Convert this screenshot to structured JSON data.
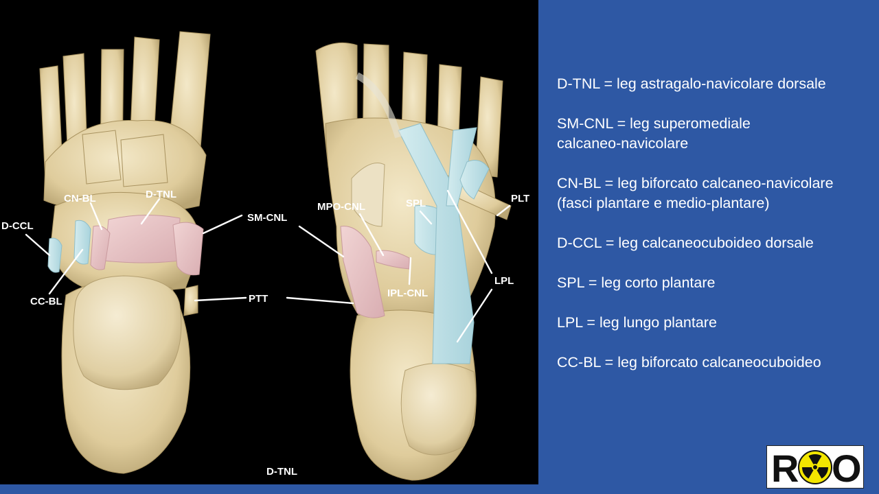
{
  "labels": {
    "left": {
      "cn_bl": "CN-BL",
      "d_tnl": "D-TNL",
      "d_ccl": "D-CCL",
      "cc_bl": "CC-BL",
      "sm_cnl": "SM-CNL",
      "ptt": "PTT"
    },
    "right": {
      "mpo_cnl": "MPO-CNL",
      "spl": "SPL",
      "plt": "PLT",
      "ipl_cnl": "IPL-CNL",
      "lpl": "LPL"
    },
    "bottom_caption": "D-TNL"
  },
  "legend": [
    "D-TNL = leg astragalo-navicolare dorsale",
    "SM-CNL = leg superomediale\n calcaneo-navicolare",
    "CN-BL = leg biforcato calcaneo-navicolare\n(fasci plantare e medio-plantare)",
    "D-CCL = leg calcaneocuboideo dorsale",
    "SPL = leg corto plantare",
    "LPL = leg lungo plantare",
    "CC-BL = leg biforcato calcaneocuboideo"
  ],
  "logo": {
    "left_letter": "R",
    "right_letter": "O",
    "icon": "radiation-trefoil-icon"
  },
  "colors": {
    "slide_background": "#2e58a4",
    "image_background": "#000000",
    "bone": "#e8d9b0",
    "ligament_pink": "#e9c6c8",
    "ligament_blue": "#bfe0e6",
    "logo_yellow": "#f3e600"
  }
}
